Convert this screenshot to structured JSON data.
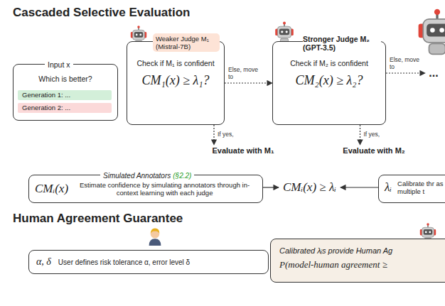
{
  "diagram": {
    "title": "Cascaded Selective Evaluation",
    "nodes": [
      {
        "text": [
          "Input x",
          "Which is better?"
        ]
      },
      {
        "text": [
          "Generation 1: ..."
        ],
        "in": 0
      },
      {
        "text": [
          "Generation 2: ..."
        ],
        "in": 0
      },
      {
        "text": [
          "Weaker Judge M₁ (Mistral-7B)",
          "Check if M₁ is confident",
          "CM₁(x) ≥ λ₁?"
        ]
      },
      {
        "text": [
          "Stronger Judge M₂ (GPT-3.5)",
          "Check if M₂ is confident",
          "CM₂(x) ≥ λ₂?"
        ]
      },
      {
        "text": [
          "Evaluate with M₁"
        ]
      },
      {
        "text": [
          "Evaluate with M₂"
        ]
      },
      {
        "text": [
          "..."
        ]
      },
      {
        "text": [
          "Simulated Annotators",
          "(§2.2)",
          "CMᵢ(x)",
          "Estimate confidence by simulating annotators through in-context learning with each judge"
        ]
      },
      {
        "text": [
          "CMᵢ(x) ≥ λᵢ"
        ]
      },
      {
        "text": [
          "λᵢ",
          "Calibrate thr as multiple t"
        ]
      },
      {
        "text": [
          "α, δ",
          "User defines risk tolerance α, error level δ"
        ]
      },
      {
        "text": [
          "Calibrated λᵢs provide Human Ag",
          "P(model-human agreement ≥"
        ]
      }
    ],
    "edges": [
      {
        "from": 3,
        "to": 4,
        "label": "Else, move to",
        "arrow": "to"
      },
      {
        "from": 3,
        "to": 5,
        "label": "If yes,",
        "arrow": "to"
      },
      {
        "from": 4,
        "to": 7,
        "label": "Else, move to",
        "arrow": "to"
      },
      {
        "from": 4,
        "to": 6,
        "label": "If yes,",
        "arrow": "to"
      },
      {
        "from": 8,
        "to": 9,
        "arrow": "to"
      },
      {
        "from": 10,
        "to": 9,
        "arrow": "to"
      }
    ],
    "labels": [
      "Human Agreement Guarantee"
    ]
  }
}
